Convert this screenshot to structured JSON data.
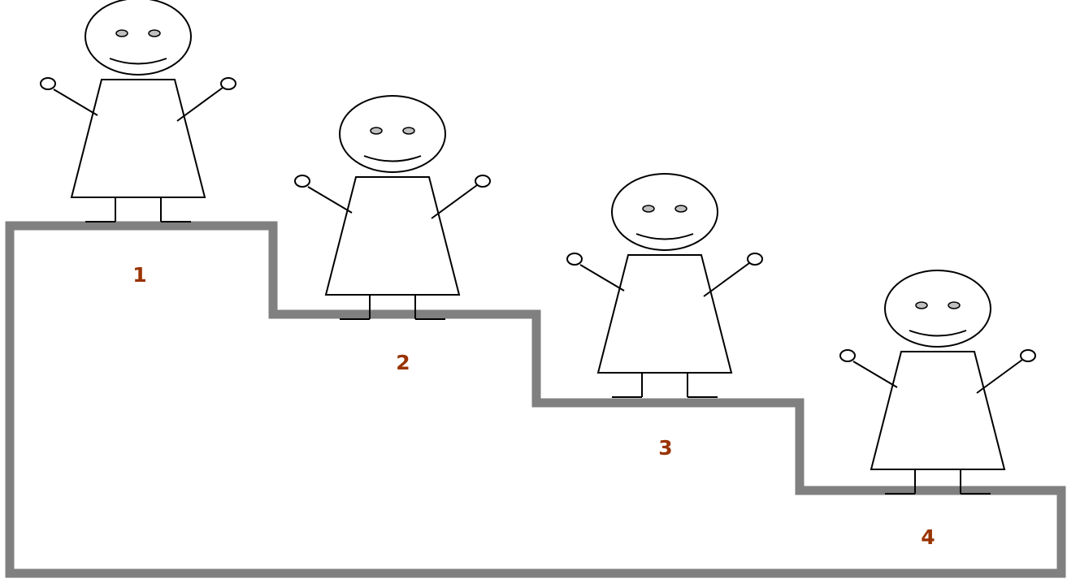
{
  "colors": {
    "stair_outline": "#808080",
    "figure_line": "#000000",
    "eye_fill": "#c0c0c0",
    "number_text": "#993300",
    "background": "#ffffff"
  },
  "steps": [
    {
      "number": "1"
    },
    {
      "number": "2"
    },
    {
      "number": "3"
    },
    {
      "number": "4"
    }
  ]
}
